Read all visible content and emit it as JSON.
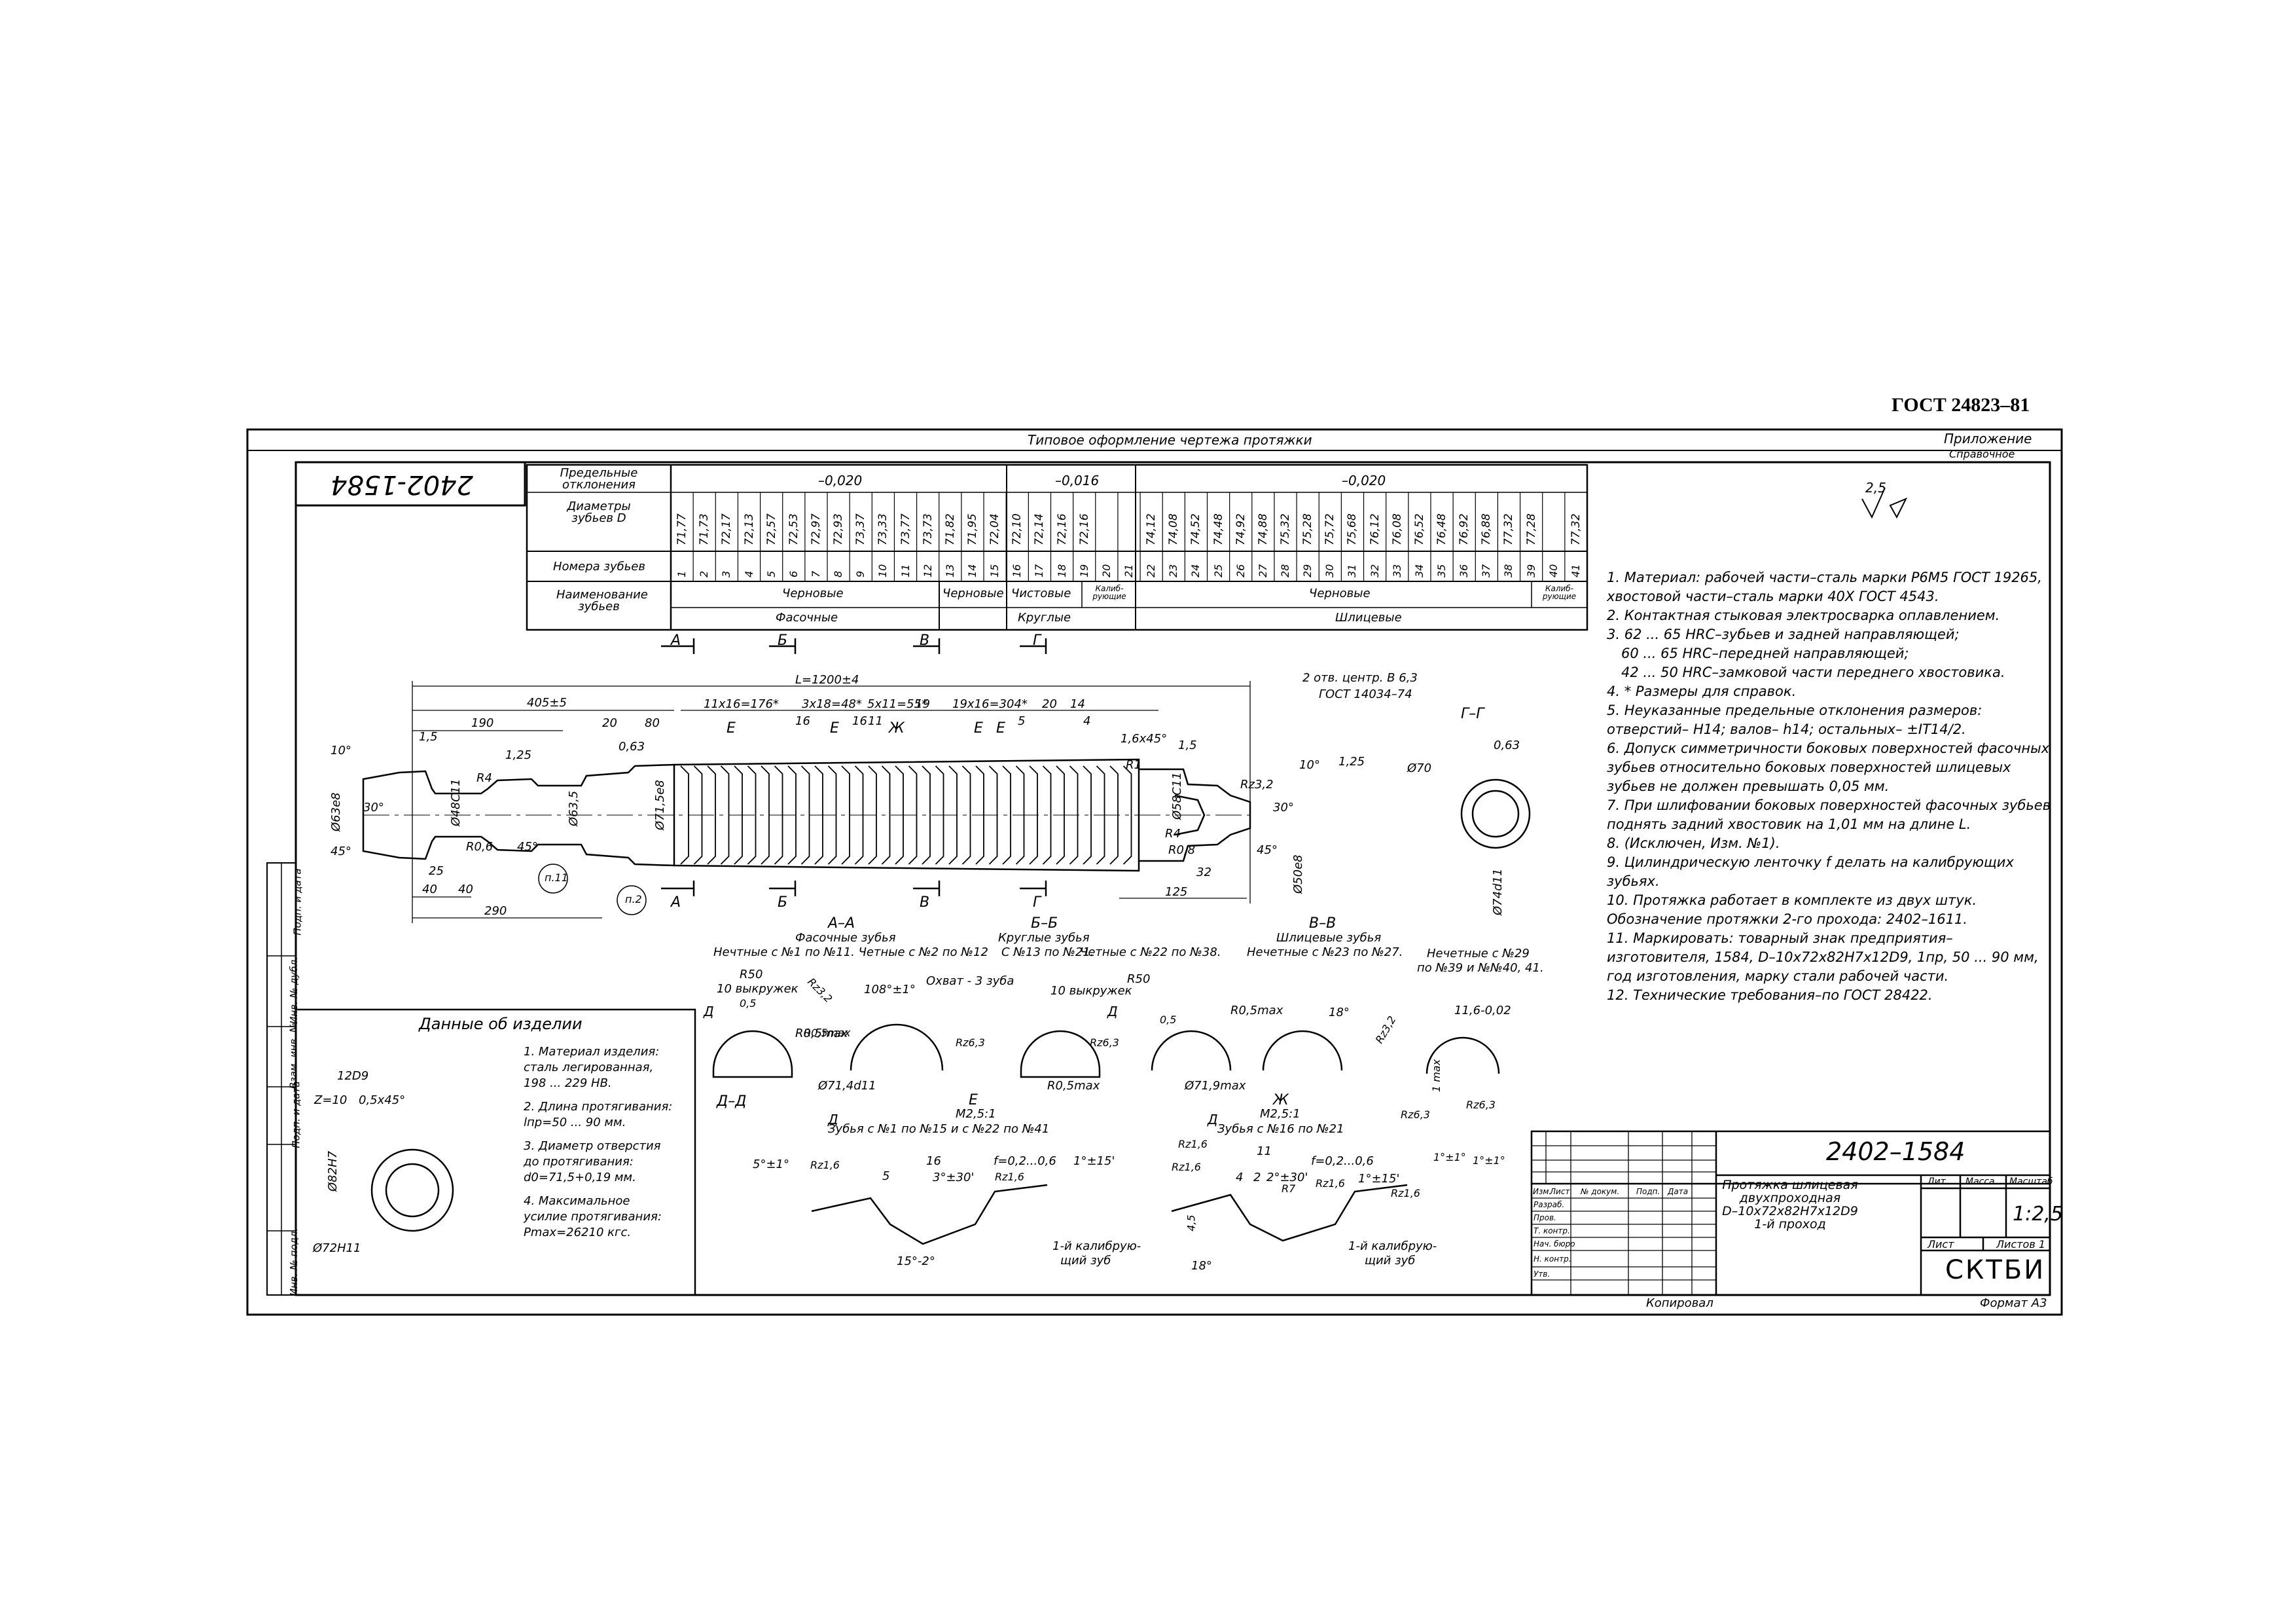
{
  "header": {
    "standard": "ГОСТ 24823–81",
    "appendix": "Приложение",
    "appendix_note": "Справочное",
    "sheet_title": "Типовое оформление чертежа протяжки"
  },
  "stamp_rotated": "2402-1584",
  "teeth_table": {
    "row_labels": {
      "deviations": "Предельные отклонения",
      "diameters": "Диаметры зубьев D",
      "numbers": "Номера зубьев",
      "names": "Наименование зубьев"
    },
    "deviation_groups": [
      "–0,020",
      "–0,016",
      "–0,020"
    ],
    "diameters": [
      "71,77",
      "71,73",
      "72,17",
      "72,13",
      "72,57",
      "72,53",
      "72,97",
      "72,93",
      "73,37",
      "73,33",
      "73,77",
      "73,73",
      "71,82",
      "71,95",
      "72,04",
      "72,10",
      "72,14",
      "72,16",
      "72,16",
      "",
      "",
      "74,12",
      "74,08",
      "74,52",
      "74,48",
      "74,92",
      "74,88",
      "75,32",
      "75,28",
      "75,72",
      "75,68",
      "76,12",
      "76,08",
      "76,52",
      "76,48",
      "76,92",
      "76,88",
      "77,32",
      "77,28",
      "",
      "77,32"
    ],
    "numbers": [
      "1",
      "2",
      "3",
      "4",
      "5",
      "6",
      "7",
      "8",
      "9",
      "10",
      "11",
      "12",
      "13",
      "14",
      "15",
      "16",
      "17",
      "18",
      "19",
      "20",
      "21",
      "22",
      "23",
      "24",
      "25",
      "26",
      "27",
      "28",
      "29",
      "30",
      "31",
      "32",
      "33",
      "34",
      "35",
      "36",
      "37",
      "38",
      "39",
      "40",
      "41"
    ],
    "names_top": [
      "Черновые",
      "Черновые",
      "Чистовые",
      "Калиб-рующие",
      "Черновые",
      "Калиб-рующие"
    ],
    "names_bottom": [
      "Фасочные",
      "Круглые",
      "Шлицевые"
    ]
  },
  "dimensions": {
    "L": "L=1200±4",
    "d405": "405±5",
    "d190": "190",
    "d290": "290",
    "d40a": "40",
    "d40b": "40",
    "d25": "25",
    "d15": "1,5",
    "d125r": "1,25",
    "d20": "20",
    "d80": "80",
    "d063": "0,63",
    "d11x16": "11x16=176*",
    "d3x18": "3x18=48*",
    "d5x11": "5x11=55*",
    "d19x16": "19x16=304*",
    "d16a": "16",
    "d16b": "16",
    "d11": "11",
    "d19": "19",
    "d20b": "20",
    "d14": "14",
    "d125": "125",
    "d32": "32",
    "d4": "4",
    "d5": "5",
    "chamfer": "1,6x45°",
    "r1": "R1",
    "r4": "R4",
    "r06": "R0,6",
    "r08": "R0,8",
    "ang10a": "10°",
    "ang10b": "10°",
    "ang30a": "30°",
    "ang30b": "30°",
    "ang45a": "45°",
    "ang45b": "45°",
    "ang45c": "45°",
    "phi63": "Ø63e8",
    "phi48": "Ø48C11",
    "phi63b": "Ø63,5",
    "phi715": "Ø71,5e8",
    "phi58": "Ø58C11",
    "phi50": "Ø50e8",
    "center_holes": "2 отв. центр. В 6,3",
    "center_gost": "ГОСТ 14034–74",
    "rz32": "Rz3,2",
    "n11": "п.11",
    "n2": "п.2",
    "roughness_main": "2,5",
    "roughness_zero": "1,25"
  },
  "section_labels": {
    "A": "А",
    "B": "Б",
    "V": "В",
    "G": "Г",
    "E": "Е",
    "Zh": "Ж",
    "GG": "Г–Г",
    "AA": "А–А",
    "BB": "Б–Б",
    "VV": "В–В",
    "DD": "Д–Д",
    "D": "Д"
  },
  "section_captions": {
    "aa_title": "Фасочные зубья",
    "aa_sub": "Нечтные с №1 по №11. Четные с №2 по №12",
    "bb_title": "Круглые зубья",
    "bb_sub": "С №13 по №21.",
    "bb_sub2": "Четные с №22 по №38.",
    "vv_title": "Шлицевые зубья",
    "vv_sub": "Нечетные с №23 по №27.",
    "vv_sub2": "Нечетные с №29",
    "vv_sub3": "по №39 и №№40, 41.",
    "gg_phi70": "Ø70",
    "gg_phi74": "Ø74d11",
    "gg_r": "0,63"
  },
  "details": {
    "r50a": "R50",
    "r50b": "R50",
    "vyk10a": "10 выкружек",
    "vyk10b": "10 выкружек",
    "t05a": "0,5",
    "t05b": "0,5",
    "r05max_a": "R0,5max",
    "r05max_b": "R0,5max",
    "r05max_c": "R0,5max",
    "r05max_d": "R0,5max",
    "phi714": "Ø71,4d11",
    "phi719": "Ø71,9max",
    "angle108": "108°±1°",
    "okhvat": "Охват - 3 зуба",
    "rz32a": "Rz3,2",
    "rz63a": "Rz6,3",
    "rz63b": "Rz6,3",
    "rz63c": "Rz6,3",
    "e_label": "Е",
    "e_scale": "М2,5:1",
    "e_caption": "Зубья с №1 по №15 и с №22 по №41",
    "zh_label": "Ж",
    "zh_scale": "М2,5:1",
    "zh_caption": "Зубья с №16 по №21",
    "deg18": "18°",
    "d116": "11,6-0,02",
    "d1max": "1 max",
    "deg1": "1°±1°",
    "deg1b": "1°±1°",
    "dd_ang": "5°±1°",
    "rz16a": "Rz1,6",
    "rz16b": "Rz1,6",
    "rz16c": "Rz1,6",
    "rz16d": "Rz1,6",
    "rz16e": "Rz1,6",
    "rz16f": "Rz1,6",
    "e16": "16",
    "e5": "5",
    "e3": "3°±30'",
    "ef": "f=0,2...0,6",
    "e1": "1°±15'",
    "e15": "15°-2°",
    "e_calib": "1-й калибрую-",
    "e_calib2": "щий зуб",
    "zh11": "11",
    "zh4": "4",
    "zh2": "2",
    "zh2a": "2°±30'",
    "zhf": "f=0,2...0,6",
    "zh1": "1°±15'",
    "zh18": "18°",
    "zh45": "4,5",
    "zhr7": "R7",
    "zh_calib": "1-й калибрую-",
    "zh_calib2": "щий зуб"
  },
  "product_data": {
    "title": "Данные об изделии",
    "items": [
      "1. Материал изделия: сталь легированная, 198 ... 229 НВ.",
      "2. Длина протягивания: lпр=50 ... 90 мм.",
      "3. Диаметр отверстия до протягивания: d0=71,5+0,19 мм.",
      "4. Максимальное усилие протягивания: Pmax=26210 кгс."
    ],
    "dim_12d9": "12D9",
    "dim_z": "Z=10",
    "dim_chamfer": "0,5x45°",
    "dim_82": "Ø82H7",
    "dim_72": "Ø72H11"
  },
  "notes": [
    "1. Материал: рабочей части–сталь марки Р6М5 ГОСТ 19265, хвостовой части–сталь марки 40Х ГОСТ 4543.",
    "2. Контактная стыковая электросварка оплавлением.",
    "3. 62 ... 65 HRC–зубьев и задней направляющей;",
    "60 ... 65 HRC–передней направляющей;",
    "42 ... 50 HRC–замковой части переднего хвостовика.",
    "4. * Размеры для справок.",
    "5. Неуказанные предельные отклонения размеров: отверстий– Н14; валов– h14; остальных– ±IT14/2.",
    "6. Допуск симметричности боковых поверхностей фасочных зубьев относительно боковых поверхностей шлицевых зубьев не должен превышать 0,05 мм.",
    "7. При шлифовании боковых поверхностей фасочных зубьев поднять задний хвостовик на 1,01 мм на длине L.",
    "8. (Исключен, Изм. №1).",
    "9. Цилиндрическую ленточку f делать на калибрующих зубьях.",
    "10. Протяжка работает в комплекте из двух штук. Обозначение протяжки 2-го прохода: 2402–1611.",
    "11. Маркировать: товарный знак предприятия–изготовителя, 1584, D–10x72x82H7x12D9, 1пр, 50 ... 90 мм, год изготовления, марку стали рабочей части.",
    "12. Технические требования–по ГОСТ 28422."
  ],
  "title_block": {
    "designation": "2402–1584",
    "name_lines": [
      "Протяжка шлицевая",
      "двухпроходная",
      "D–10x72x82H7x12D9",
      "1-й проход"
    ],
    "col_lit": "Лит.",
    "col_mass": "Масса",
    "col_scale": "Масштаб",
    "scale": "1:2,5",
    "sheet": "Лист",
    "sheets": "Листов 1",
    "org": "СКТБИ",
    "roles": [
      "Изм.",
      "Лист",
      "№ докум.",
      "Подп.",
      "Дата"
    ],
    "people": [
      "Разраб.",
      "Пров.",
      "Т. контр.",
      "Нач. бюро",
      "Н. контр.",
      "Утв."
    ],
    "copied": "Копировал",
    "format": "Формат А3"
  },
  "side_strip": [
    "Инв. № подл.",
    "Подп. и дата",
    "Взам. инв. №",
    "Инв. № дубл.",
    "Подп. и дата"
  ]
}
